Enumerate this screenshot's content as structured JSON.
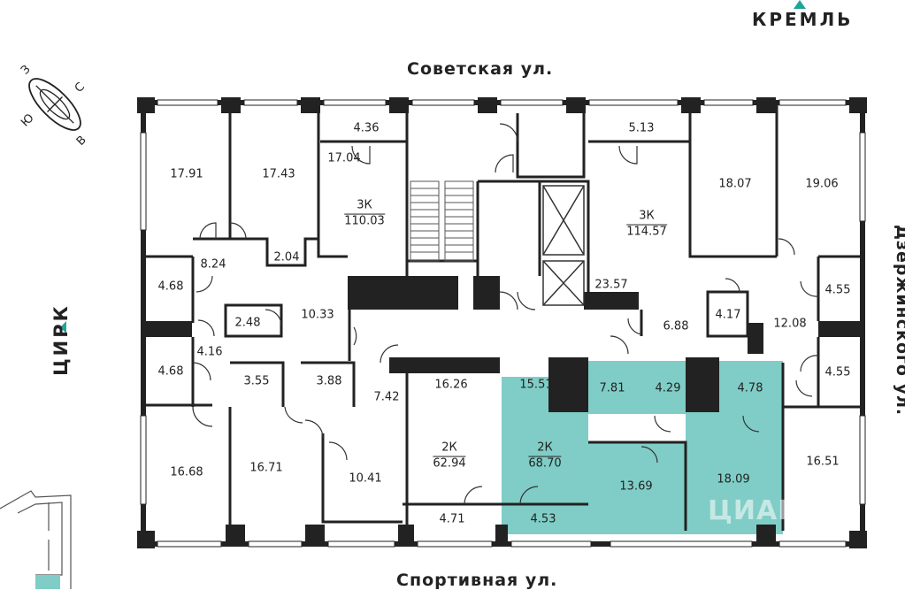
{
  "colors": {
    "wall": "#222222",
    "highlight": "#7fcdc6",
    "accent": "#1fa598",
    "window": "#ffffff"
  },
  "streets": {
    "top": "Советская ул.",
    "bottom": "Спортивная ул.",
    "left": "ЦИРК",
    "right": "Дзержинского ул.",
    "landmark": "КРЕМЛЬ"
  },
  "compass": {
    "n": "С",
    "s": "Ю",
    "e": "В",
    "w": "З"
  },
  "apartments": [
    {
      "name": "3К",
      "area": "110.03"
    },
    {
      "name": "3К",
      "area": "114.57"
    },
    {
      "name": "2К",
      "area": "62.94"
    },
    {
      "name": "2К",
      "area": "68.70",
      "highlighted": true
    }
  ],
  "rooms": [
    "17.91",
    "17.43",
    "4.36",
    "17.04",
    "8.24",
    "2.04",
    "4.68",
    "2.48",
    "10.33",
    "4.16",
    "4.68",
    "3.55",
    "3.88",
    "7.42",
    "16.68",
    "16.71",
    "10.41",
    "16.26",
    "4.71",
    "15.51",
    "7.81",
    "4.29",
    "4.78",
    "13.69",
    "18.09",
    "4.53",
    "5.13",
    "18.07",
    "19.06",
    "23.57",
    "6.88",
    "4.17",
    "12.08",
    "4.55",
    "4.55",
    "16.51"
  ],
  "watermark": "ЦИАН"
}
